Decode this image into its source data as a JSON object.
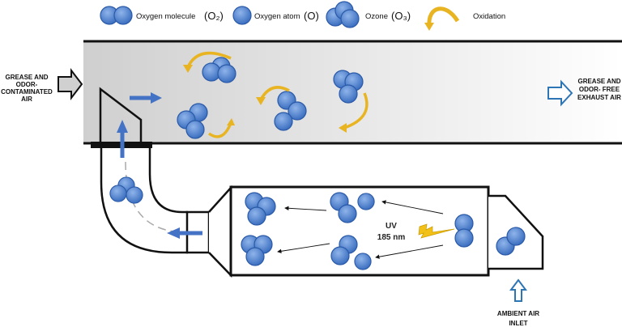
{
  "legend": {
    "oxygen_molecule": "Oxygen molecule",
    "oxygen_molecule_formula": "(O₂)",
    "oxygen_atom": "Oxygen atom",
    "oxygen_atom_formula": "(O)",
    "ozone": "Ozone",
    "ozone_formula": "(O₃)",
    "oxidation": "Oxidation"
  },
  "labels": {
    "inlet_line1": "GREASE AND",
    "inlet_line2": "ODOR-",
    "inlet_line3": "CONTAMINATED",
    "inlet_line4": "AIR",
    "outlet_line1": "GREASE AND",
    "outlet_line2": "ODOR- FREE",
    "outlet_line3": "EXHAUST AIR",
    "uv_line1": "UV",
    "uv_line2": "185 nm",
    "ambient_line1": "AMBIENT AIR",
    "ambient_line2": "INLET"
  },
  "colors": {
    "molecule": "#4a7fd0",
    "oxidation_arrow": "#e8b422",
    "flow_arrow": "#4472c4",
    "outlet_arrow": "#2e75b6",
    "duct_fill": "#d9d9d9"
  }
}
